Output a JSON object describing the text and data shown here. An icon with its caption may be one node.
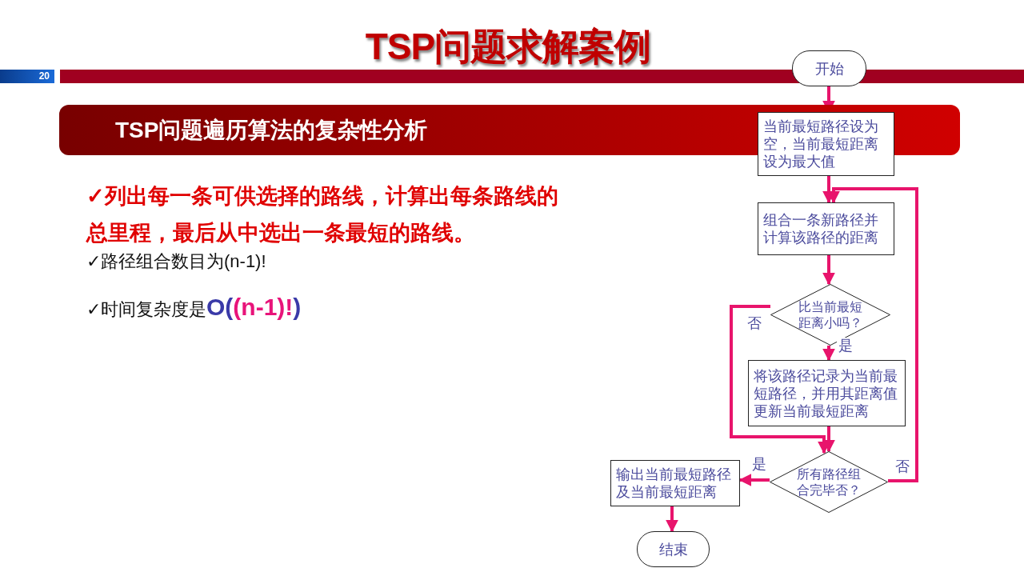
{
  "diagram": {
    "title": "TSP问题求解案例",
    "nodes": [
      {
        "text": [
          "开始"
        ]
      },
      {
        "text": [
          "当前最短路径设为空，当前最短距离设为最大值"
        ]
      },
      {
        "text": [
          "组合一条新路径并计算该路径的距离"
        ]
      },
      {
        "text": [
          "比当前最短距离小吗？"
        ]
      },
      {
        "text": [
          "将该路径记录为当前最短路径，并用其距离值更新当前最短距离"
        ]
      },
      {
        "text": [
          "所有路径组合完毕否？"
        ]
      },
      {
        "text": [
          "输出当前最短路径及当前最短距离"
        ]
      },
      {
        "text": [
          "结束"
        ]
      },
      {
        "text": [
          "TSP问题遍历算法的复杂性分析"
        ]
      }
    ],
    "edges": [
      {
        "from": 0,
        "to": 1,
        "arrow": "to"
      },
      {
        "from": 1,
        "to": 2,
        "arrow": "to"
      },
      {
        "from": 2,
        "to": 3,
        "arrow": "to"
      },
      {
        "from": 3,
        "to": 4,
        "arrow": "to",
        "label": "是"
      },
      {
        "from": 4,
        "to": 5,
        "arrow": "to"
      },
      {
        "from": 3,
        "to": 5,
        "arrow": "to",
        "label": "否"
      },
      {
        "from": 5,
        "to": 6,
        "arrow": "to",
        "label": "是"
      },
      {
        "from": 5,
        "to": 2,
        "arrow": "to",
        "label": "否"
      },
      {
        "from": 6,
        "to": 7,
        "arrow": "to"
      }
    ],
    "labels": [
      "20",
      "✓列出每一条可供选择的路线，计算出每条路线的总里程，最后从中选出一条最短的路线。",
      "✓路径组合数目为(n-1)!",
      "✓时间复杂度是O((n-1)!)"
    ]
  }
}
